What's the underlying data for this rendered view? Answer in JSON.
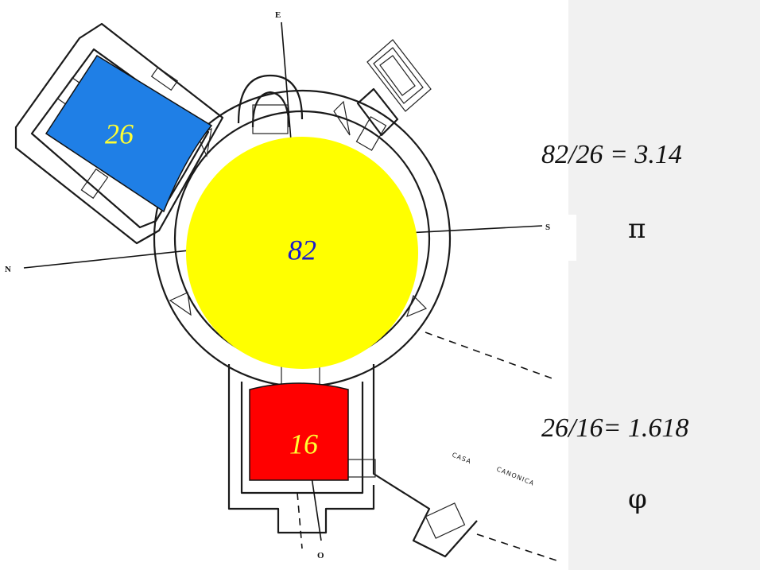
{
  "rooms": [
    {
      "id": "north_chapel",
      "value": "26",
      "fill": "#1f7fe6",
      "text_color": "#ffff33"
    },
    {
      "id": "central_rotunda",
      "value": "82",
      "fill": "#ffff00",
      "text_color": "#1a1acc"
    },
    {
      "id": "apse",
      "value": "16",
      "fill": "#ff0000",
      "text_color": "#ffff33"
    }
  ],
  "compass": {
    "north": "N",
    "east": "E",
    "south": "S",
    "west": "O"
  },
  "annotation": {
    "line1": "CASA",
    "line2": "CANONICA"
  },
  "formulas": {
    "pi_ratio": "82/26 = 3.14",
    "pi_symbol": "π",
    "phi_ratio": "26/16= 1.618",
    "phi_symbol": "φ"
  },
  "colors": {
    "ink": "#1a1a1a",
    "panel_bg": "#f1f1f1",
    "page_bg": "#ffffff"
  }
}
